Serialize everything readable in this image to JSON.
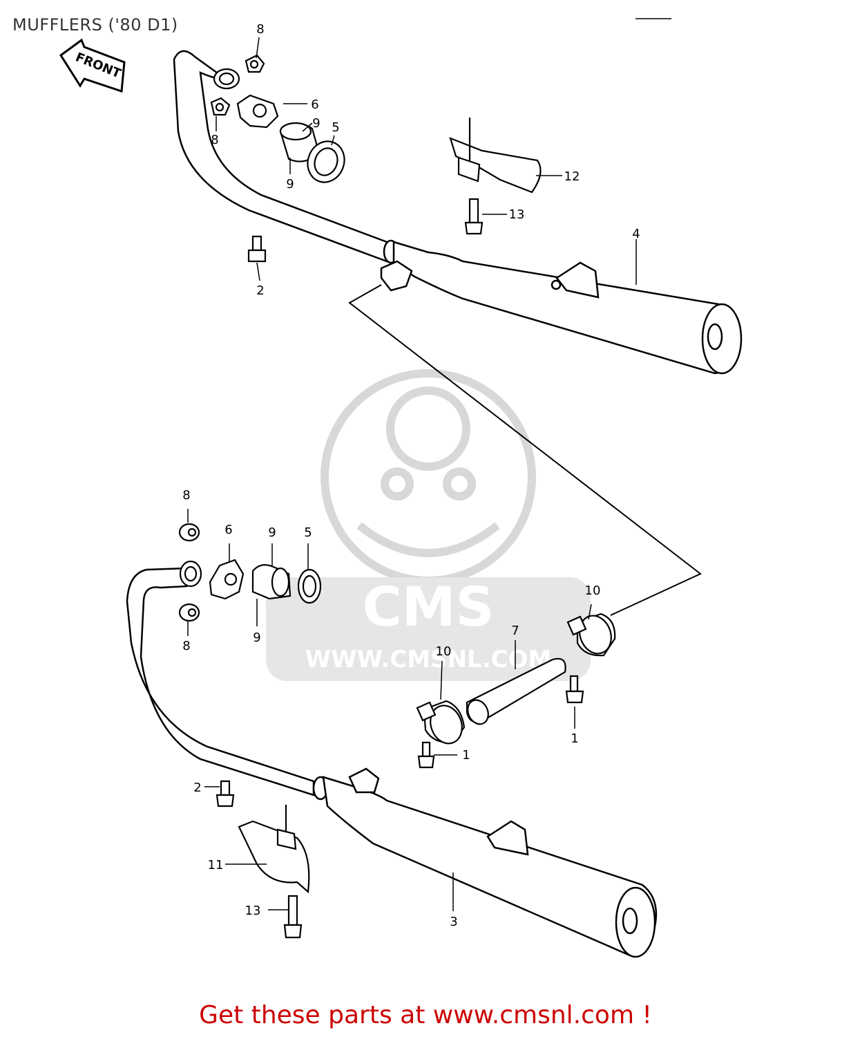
{
  "title": "MUFFLERS ('80 D1)",
  "front_arrow_label": "FRONT",
  "watermark": {
    "logo_text": "CMS",
    "url_text": "WWW.CMSNL.COM",
    "color": "#d8d8d8"
  },
  "footer": {
    "text": "Get these parts at www.cmsnl.com !",
    "color": "#cc0000"
  },
  "callouts": {
    "c8a": "8",
    "c8b": "8",
    "c6a": "6",
    "c9a": "9",
    "c5a": "5",
    "c9b": "9",
    "c12": "12",
    "c13a": "13",
    "c4": "4",
    "c2a": "2",
    "c8c": "8",
    "c6b": "6",
    "c9c": "9",
    "c5b": "5",
    "c9d": "9",
    "c8d": "8",
    "c10a": "10",
    "c7": "7",
    "c10b": "10",
    "c1a": "1",
    "c1b": "1",
    "c2b": "2",
    "c11": "11",
    "c3": "3",
    "c13b": "13"
  }
}
